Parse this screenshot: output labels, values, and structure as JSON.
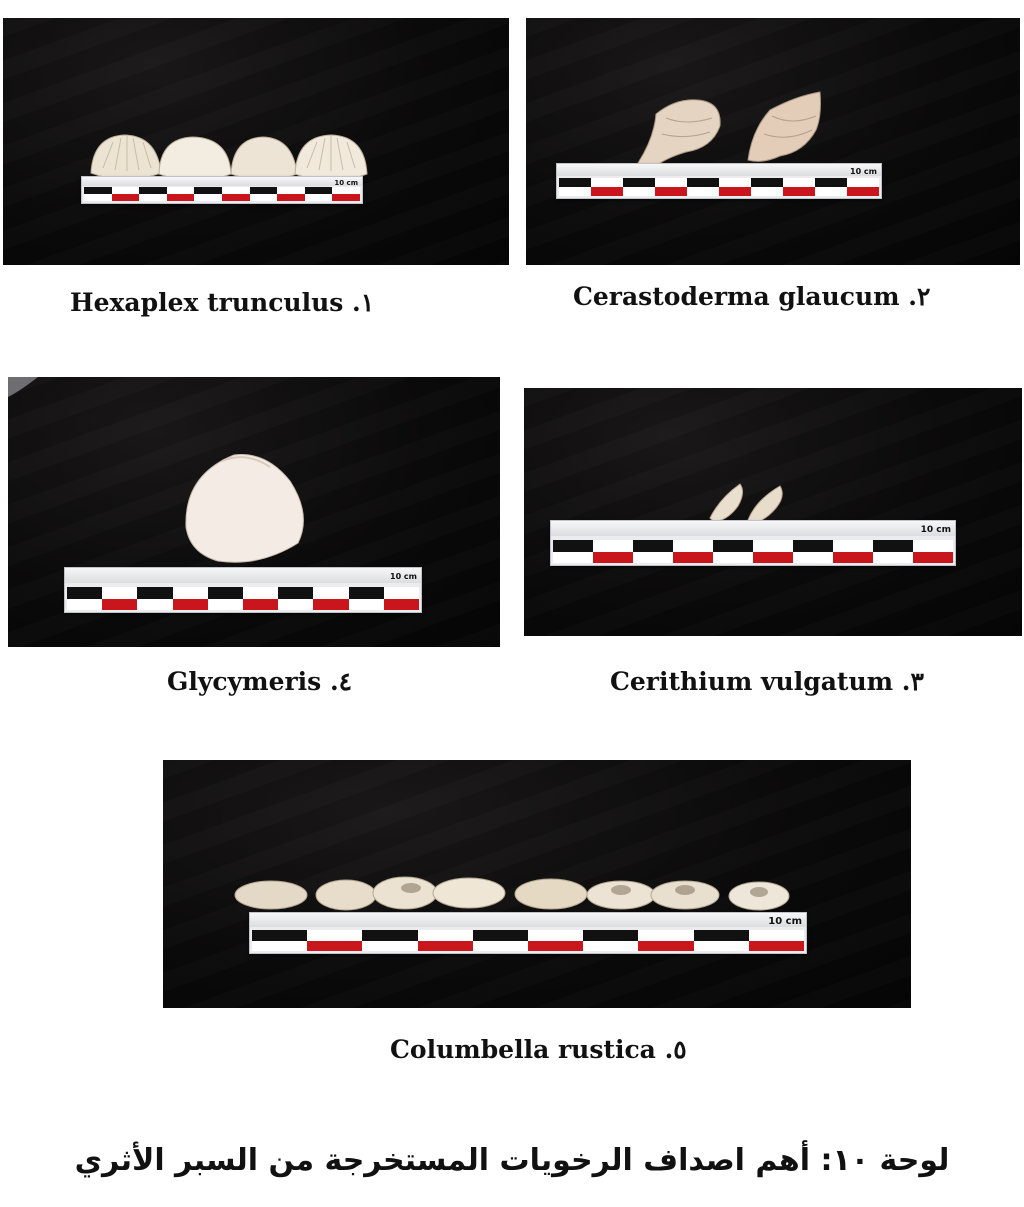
{
  "figure": {
    "panels": [
      {
        "number": "١",
        "species": "Hexaplex trunculus"
      },
      {
        "number": "٢",
        "species": "Cerastoderma glaucum"
      },
      {
        "number": "٣",
        "species": "Cerithium vulgatum"
      },
      {
        "number": "٤",
        "species": "Glycymeris"
      },
      {
        "number": "٥",
        "species": "Columbella rustica"
      }
    ],
    "scale_label": "10 cm",
    "plate_caption": "لوحة ١٠: أهم اصداف الرخويات المستخرجة من السبر الأثري"
  }
}
